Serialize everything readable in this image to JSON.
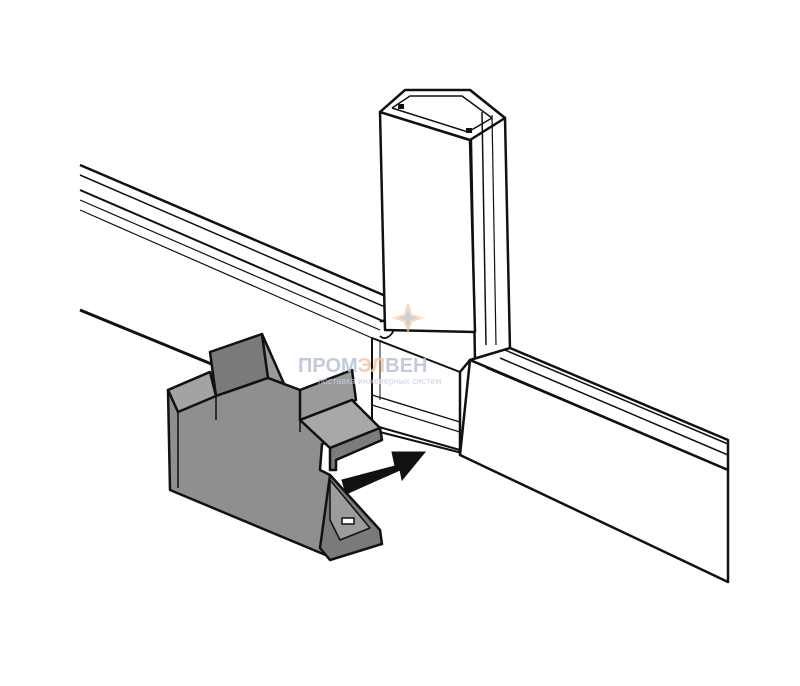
{
  "watermark": {
    "brand_left": "ПРОМ",
    "brand_mid": "ЭЛ",
    "brand_right": "ВЕН",
    "tagline": "поставка инженерных систем",
    "brand_color": "#b7c3d6",
    "accent_color": "#f0c9a6"
  },
  "colors": {
    "line": "#111111",
    "fitting_fill": "#8f8f8f",
    "fitting_dark": "#6b6b6b",
    "background": "#ffffff"
  }
}
